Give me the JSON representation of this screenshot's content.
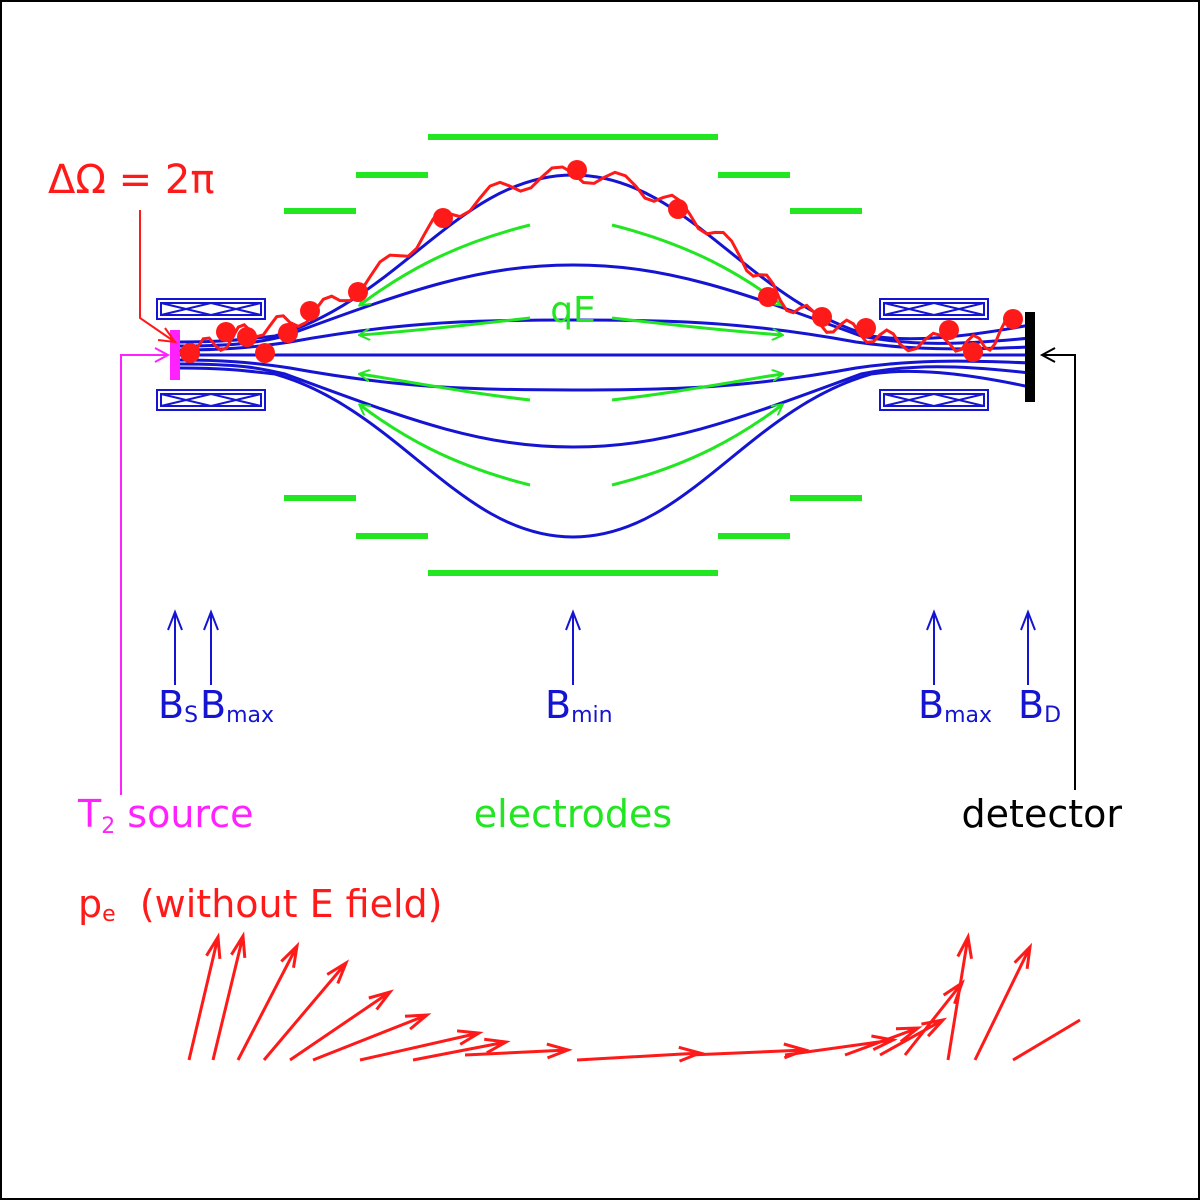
{
  "diagram": {
    "solid_angle_label": "ΔΩ = 2π",
    "force_label": "qE",
    "field_labels": {
      "b_source_main": "B",
      "b_source_sub": "S",
      "b_max_main": "B",
      "b_max_sub": "max",
      "b_min_main": "B",
      "b_min_sub": "min",
      "b_max2_main": "B",
      "b_max2_sub": "max",
      "b_detector_main": "B",
      "b_detector_sub": "D"
    },
    "source_label_main": "T",
    "source_label_sub": "2",
    "source_label_rest": " source",
    "electrodes_label": "electrodes",
    "detector_label": "detector",
    "momentum_label_main": "p",
    "momentum_label_sub": "e",
    "momentum_label_rest": "  (without E field)"
  },
  "colors": {
    "field_lines": "#1414d2",
    "electrodes": "#22e622",
    "electron": "#ff1a1a",
    "source": "#ff22ff",
    "detector": "#000000"
  }
}
